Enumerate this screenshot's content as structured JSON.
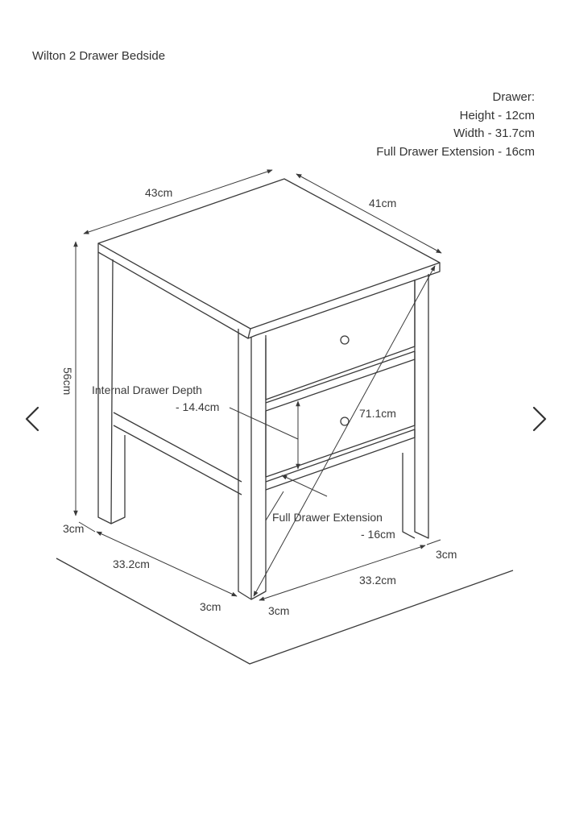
{
  "title": "Wilton 2 Drawer Bedside",
  "drawer_specs": {
    "heading": "Drawer:",
    "height": "Height - 12cm",
    "width": "Width - 31.7cm",
    "extension": "Full Drawer Extension - 16cm"
  },
  "dimensions": {
    "top_width": "43cm",
    "top_depth": "41cm",
    "side_height_fragment": "56cm",
    "diagonal": "71.1cm",
    "internal_depth_line1": "Internal Drawer Depth",
    "internal_depth_line2": "- 14.4cm",
    "extension_line1": "Full Drawer Extension",
    "extension_line2": "- 16cm",
    "leg_left": "3cm",
    "leg_front_left": "3cm",
    "leg_front_right": "3cm",
    "leg_right": "3cm",
    "base_left": "33.2cm",
    "base_right": "33.2cm"
  },
  "navigation": {
    "prev_icon": "chevron-left-icon",
    "next_icon": "chevron-right-icon"
  },
  "colors": {
    "line": "#3a3a3a",
    "background": "#ffffff"
  }
}
